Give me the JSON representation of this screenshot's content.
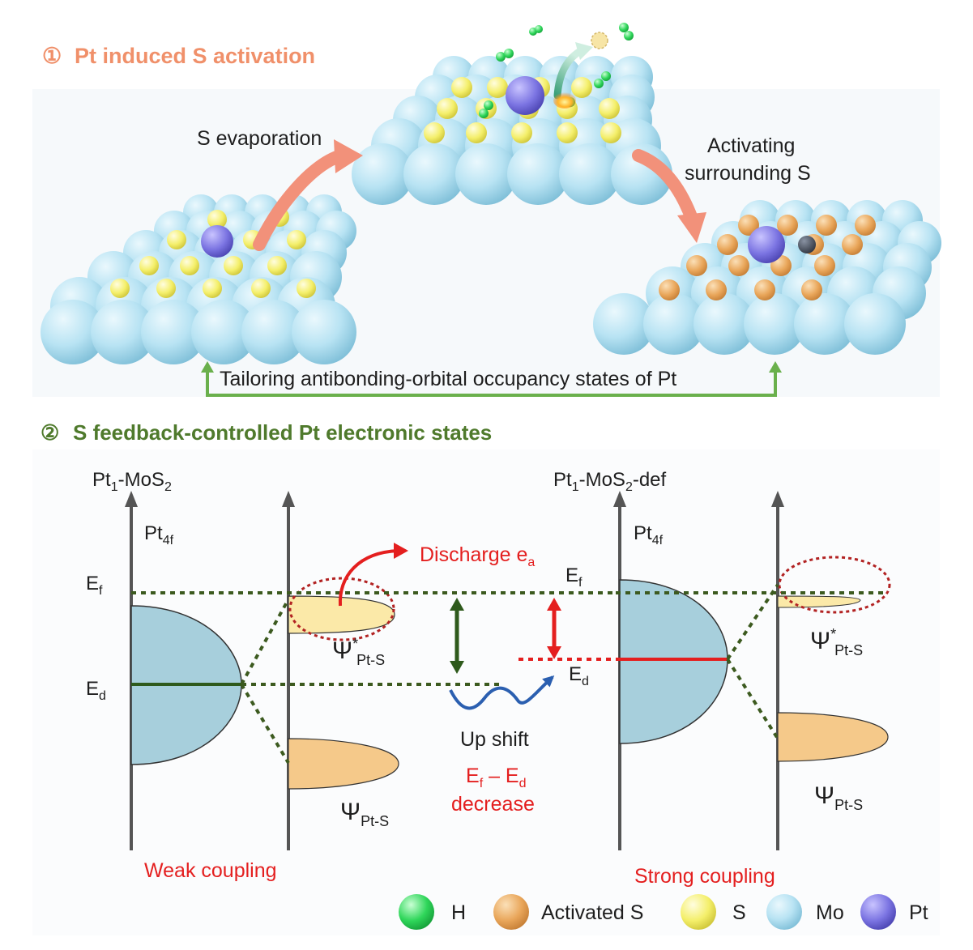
{
  "section1": {
    "number": "①",
    "title": "Pt induced S activation"
  },
  "section2": {
    "number": "②",
    "title": "S feedback-controlled Pt electronic states"
  },
  "labels": {
    "s_evaporation": "S evaporation",
    "activating_line1": "Activating",
    "activating_line2": "surrounding S",
    "tailoring": "Tailoring antibonding-orbital occupancy  states of Pt"
  },
  "left_panel": {
    "title_main": "Pt",
    "title_sub": "1",
    "title_rest": "-MoS",
    "title_sub2": "2",
    "pt4f_main": "Pt",
    "pt4f_sub": "4f",
    "ef_main": "E",
    "ef_sub": "f",
    "ed_main": "E",
    "ed_sub": "d",
    "psi_star_main": "Ψ",
    "psi_star_sup": "*",
    "psi_star_sub": "Pt-S",
    "psi_main": "Ψ",
    "psi_sub": "Pt-S",
    "coupling": "Weak coupling"
  },
  "right_panel": {
    "title_main": "Pt",
    "title_sub": "1",
    "title_rest": "-MoS",
    "title_sub2": "2",
    "title_suffix": "-def",
    "pt4f_main": "Pt",
    "pt4f_sub": "4f",
    "ef_main": "E",
    "ef_sub": "f",
    "ed_main": "E",
    "ed_sub": "d",
    "psi_star_main": "Ψ",
    "psi_star_sup": "*",
    "psi_star_sub": "Pt-S",
    "psi_main": "Ψ",
    "psi_sub": "Pt-S",
    "coupling": "Strong coupling"
  },
  "middle": {
    "discharge_main": "Discharge e",
    "discharge_sub": "a",
    "up_shift": "Up shift",
    "ef_ed_e1": "E",
    "ef_ed_s1": "f",
    "ef_ed_dash": " – E",
    "ef_ed_s2": "d",
    "decrease": "decrease"
  },
  "legend": [
    {
      "label": "H",
      "color": "#2fd65a",
      "icon": "green-sphere-icon"
    },
    {
      "label": "Activated S",
      "color": "#e9a65a",
      "icon": "orange-sphere-icon"
    },
    {
      "label": "S",
      "color": "#f4ef6a",
      "icon": "yellow-sphere-icon"
    },
    {
      "label": "Mo",
      "color": "#a9dcef",
      "icon": "lightblue-sphere-icon"
    },
    {
      "label": "Pt",
      "color": "#7b74e2",
      "icon": "purple-sphere-icon"
    }
  ],
  "colors": {
    "section1": "#f0906a",
    "section2": "#4f7a2c",
    "red": "#e41f1f",
    "dashed_green": "#3c5a1f",
    "band_blue": "#a7cfdc",
    "band_yellow": "#fbe9a8",
    "band_orange": "#f5c98a",
    "arrow_salmon": "#f2917a",
    "arrow_green": "#6ab04c",
    "up_shift_arrow": "#2b5fb0"
  }
}
